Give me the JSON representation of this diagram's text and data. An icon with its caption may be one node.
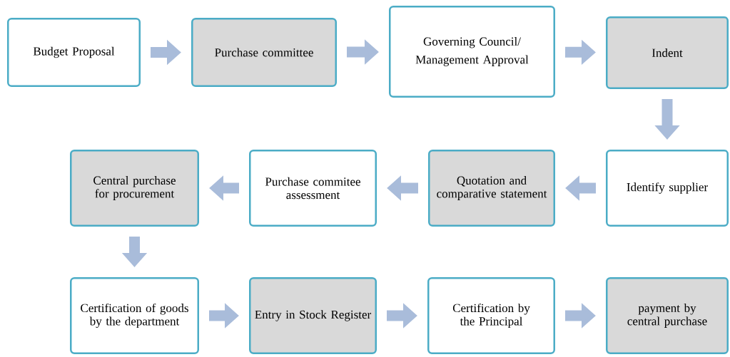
{
  "diagram": {
    "nodes": [
      {
        "text": [
          "Budget Proposal"
        ]
      },
      {
        "text": [
          "Purchase committee"
        ]
      },
      {
        "text": [
          "Governing Council/",
          "Management Approval"
        ]
      },
      {
        "text": [
          "Indent"
        ]
      },
      {
        "text": [
          "Identify supplier"
        ]
      },
      {
        "text": [
          "Quotation and comparative statement"
        ]
      },
      {
        "text": [
          "Purchase commitee assessment"
        ]
      },
      {
        "text": [
          "Central purchase for procurement"
        ]
      },
      {
        "text": [
          "Certification of goods by the department"
        ]
      },
      {
        "text": [
          "Entry in Stock Register"
        ]
      },
      {
        "text": [
          "Certification by the Principal"
        ]
      },
      {
        "text": [
          "payment by central purchase"
        ]
      }
    ],
    "edges": [
      {
        "from": 0,
        "to": 1,
        "arrow": "to"
      },
      {
        "from": 1,
        "to": 2,
        "arrow": "to"
      },
      {
        "from": 2,
        "to": 3,
        "arrow": "to"
      },
      {
        "from": 3,
        "to": 4,
        "arrow": "to"
      },
      {
        "from": 4,
        "to": 5,
        "arrow": "to"
      },
      {
        "from": 5,
        "to": 6,
        "arrow": "to"
      },
      {
        "from": 6,
        "to": 7,
        "arrow": "to"
      },
      {
        "from": 7,
        "to": 8,
        "arrow": "to"
      },
      {
        "from": 8,
        "to": 9,
        "arrow": "to"
      },
      {
        "from": 9,
        "to": 10,
        "arrow": "to"
      },
      {
        "from": 10,
        "to": 11,
        "arrow": "to"
      }
    ]
  }
}
